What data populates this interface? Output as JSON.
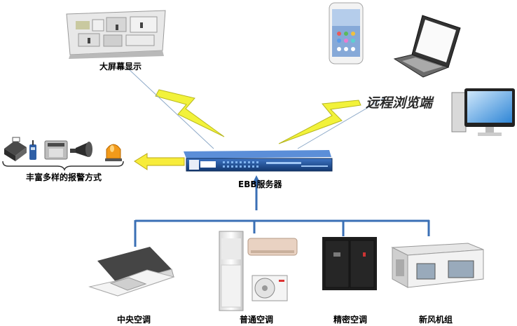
{
  "labels": {
    "big_screen": "大屏幕显示",
    "remote_browser": "远程浏览端",
    "server": "EBB服务器",
    "alarm_methods": "丰富多样的报警方式",
    "central_ac": "中央空调",
    "normal_ac": "普通空调",
    "precision_ac": "精密空调",
    "fresh_air": "新风机组"
  },
  "colors": {
    "bus_line": "#3a6fb5",
    "lightning": "#f2f23a",
    "lightning_stroke": "#b8b820",
    "arrow": "#f7ec3a",
    "server_body": "#1d4f9c"
  },
  "icons": [
    "floor-plan",
    "smartphone",
    "laptop",
    "desktop-computer",
    "fax",
    "walkie-talkie",
    "telephone",
    "siren",
    "warning-light"
  ]
}
